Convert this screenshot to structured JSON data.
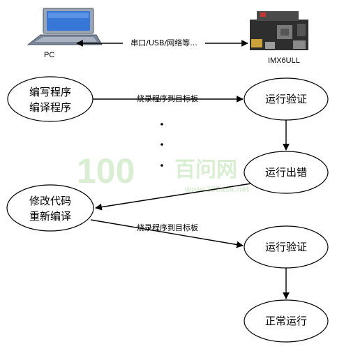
{
  "devices": {
    "pc_label": "PC",
    "board_label": "IMX6ULL",
    "link_label": "串口/USB/网络等..."
  },
  "nodes": {
    "write_compile": [
      "编写程序",
      "编译程序"
    ],
    "run_verify_1": "运行验证",
    "run_error": "运行出错",
    "modify_recompile": [
      "修改代码",
      "重新编译"
    ],
    "run_verify_2": "运行验证",
    "run_ok": "正常运行"
  },
  "edges": {
    "burn_1": "烧录程序到目标板",
    "burn_2": "烧录程序到目标板"
  },
  "watermark": {
    "brand_digits": "100",
    "brand_cn": "百问网",
    "url": "www.100ask.net"
  },
  "colors": {
    "stroke": "#000000",
    "watermark": "#d7ecd2",
    "laptop_screen": "#2f6fd0",
    "laptop_body": "#6d7a8c",
    "board": "#3a3a3a"
  }
}
